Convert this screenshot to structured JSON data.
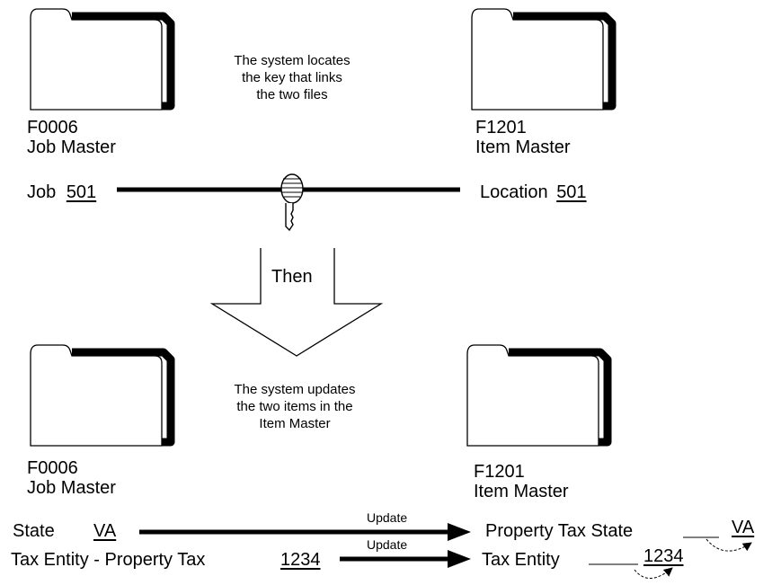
{
  "top": {
    "caption": [
      "The system locates",
      "the key that links",
      "the two files"
    ],
    "left_file": {
      "code": "F0006",
      "name": "Job Master"
    },
    "right_file": {
      "code": "F1201",
      "name": "Item Master"
    },
    "left_field": {
      "label": "Job",
      "value": "501"
    },
    "right_field": {
      "label": "Location",
      "value": "501"
    }
  },
  "then_label": "Then",
  "bottom": {
    "caption": [
      "The system updates",
      "the two items in the",
      "Item Master"
    ],
    "left_file": {
      "code": "F0006",
      "name": "Job Master"
    },
    "right_file": {
      "code": "F1201",
      "name": "Item Master"
    },
    "rows": [
      {
        "source_label": "State",
        "source_value": "VA",
        "action": "Update",
        "target_label": "Property Tax State",
        "target_value": "VA"
      },
      {
        "source_label": "Tax Entity - Property Tax",
        "source_value": "1234",
        "action": "Update",
        "target_label": "Tax Entity",
        "target_value": "1234"
      }
    ]
  }
}
